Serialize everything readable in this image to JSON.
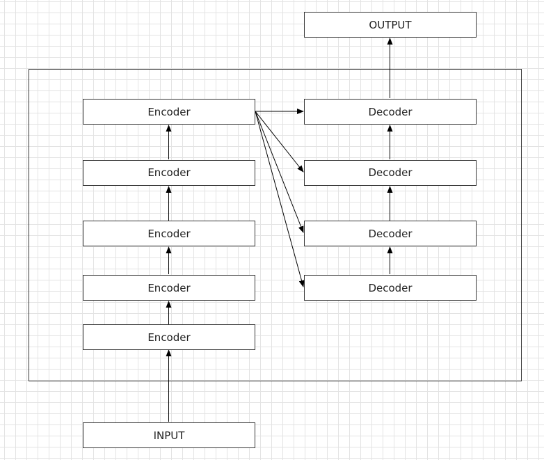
{
  "nodes": {
    "output": "OUTPUT",
    "input": "INPUT",
    "encoders": [
      "Encoder",
      "Encoder",
      "Encoder",
      "Encoder",
      "Encoder"
    ],
    "decoders": [
      "Decoder",
      "Decoder",
      "Decoder",
      "Decoder"
    ]
  },
  "colors": {
    "box_stroke": "#333333",
    "arrow": "#000000",
    "grid": "#e3e3e3"
  }
}
